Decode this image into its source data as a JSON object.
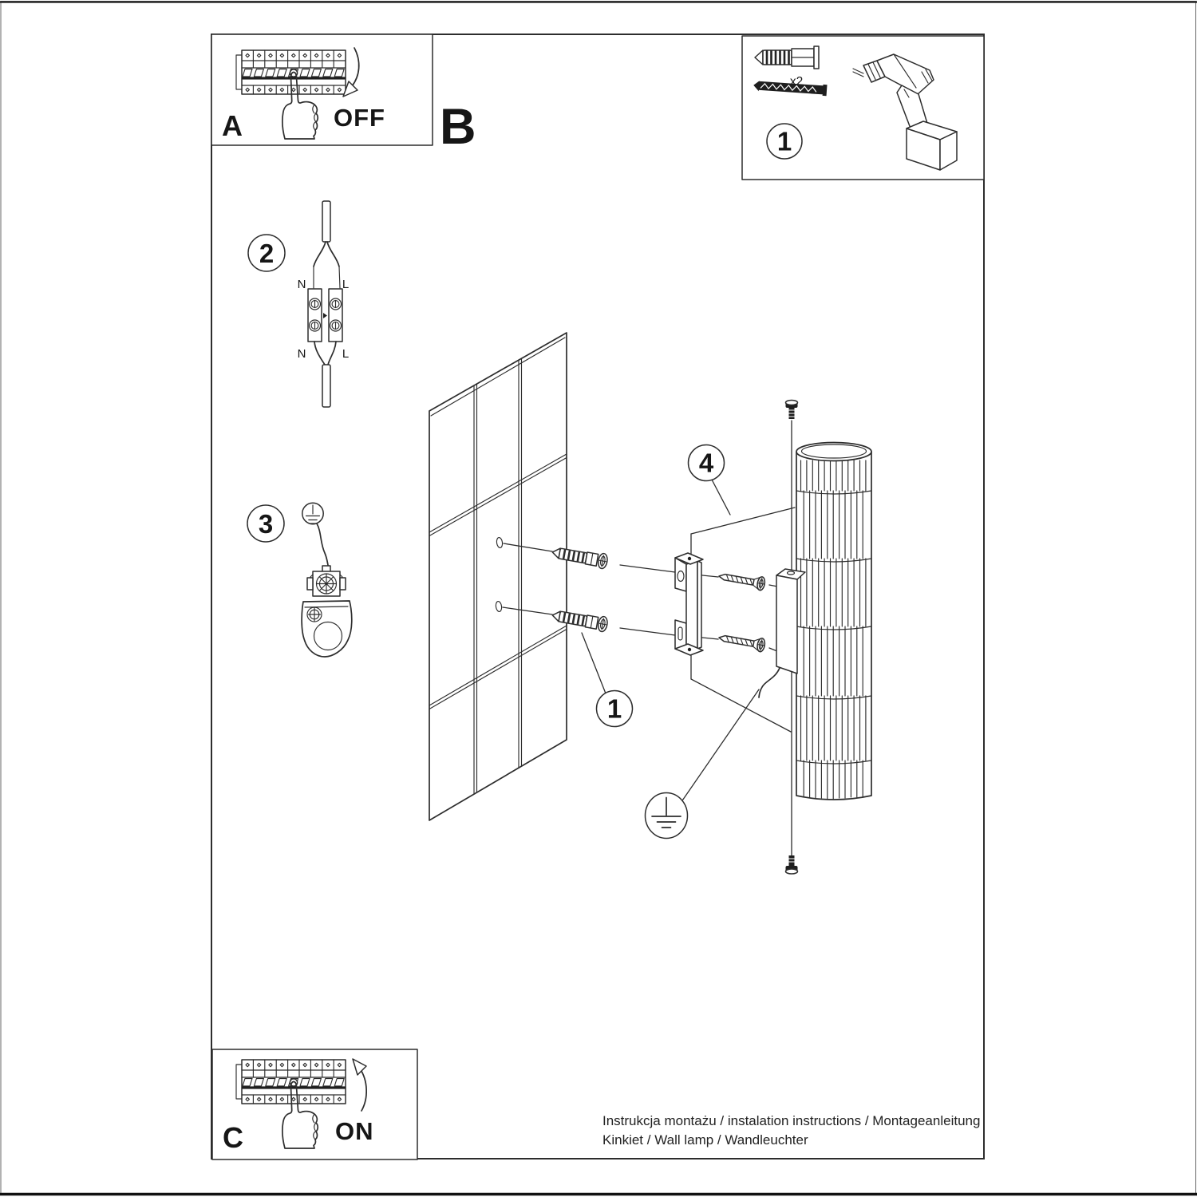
{
  "panels": {
    "a_label": "A",
    "a_action": "OFF",
    "b_label": "B",
    "c_label": "C",
    "c_action": "ON"
  },
  "parts_box": {
    "step_number": "1",
    "anchor_quantity": "x2"
  },
  "callouts": {
    "step2": "2",
    "step3": "3",
    "step4": "4",
    "anchor_ref": "1"
  },
  "wiring": {
    "neutral": "N",
    "live": "L"
  },
  "footer": {
    "line1": "Instrukcja montażu / instalation instructions / Montageanleitung",
    "line2": "Kinkiet / Wall lamp / Wandleuchter"
  },
  "colors": {
    "ink": "#2d2d2d",
    "background": "#ffffff"
  }
}
